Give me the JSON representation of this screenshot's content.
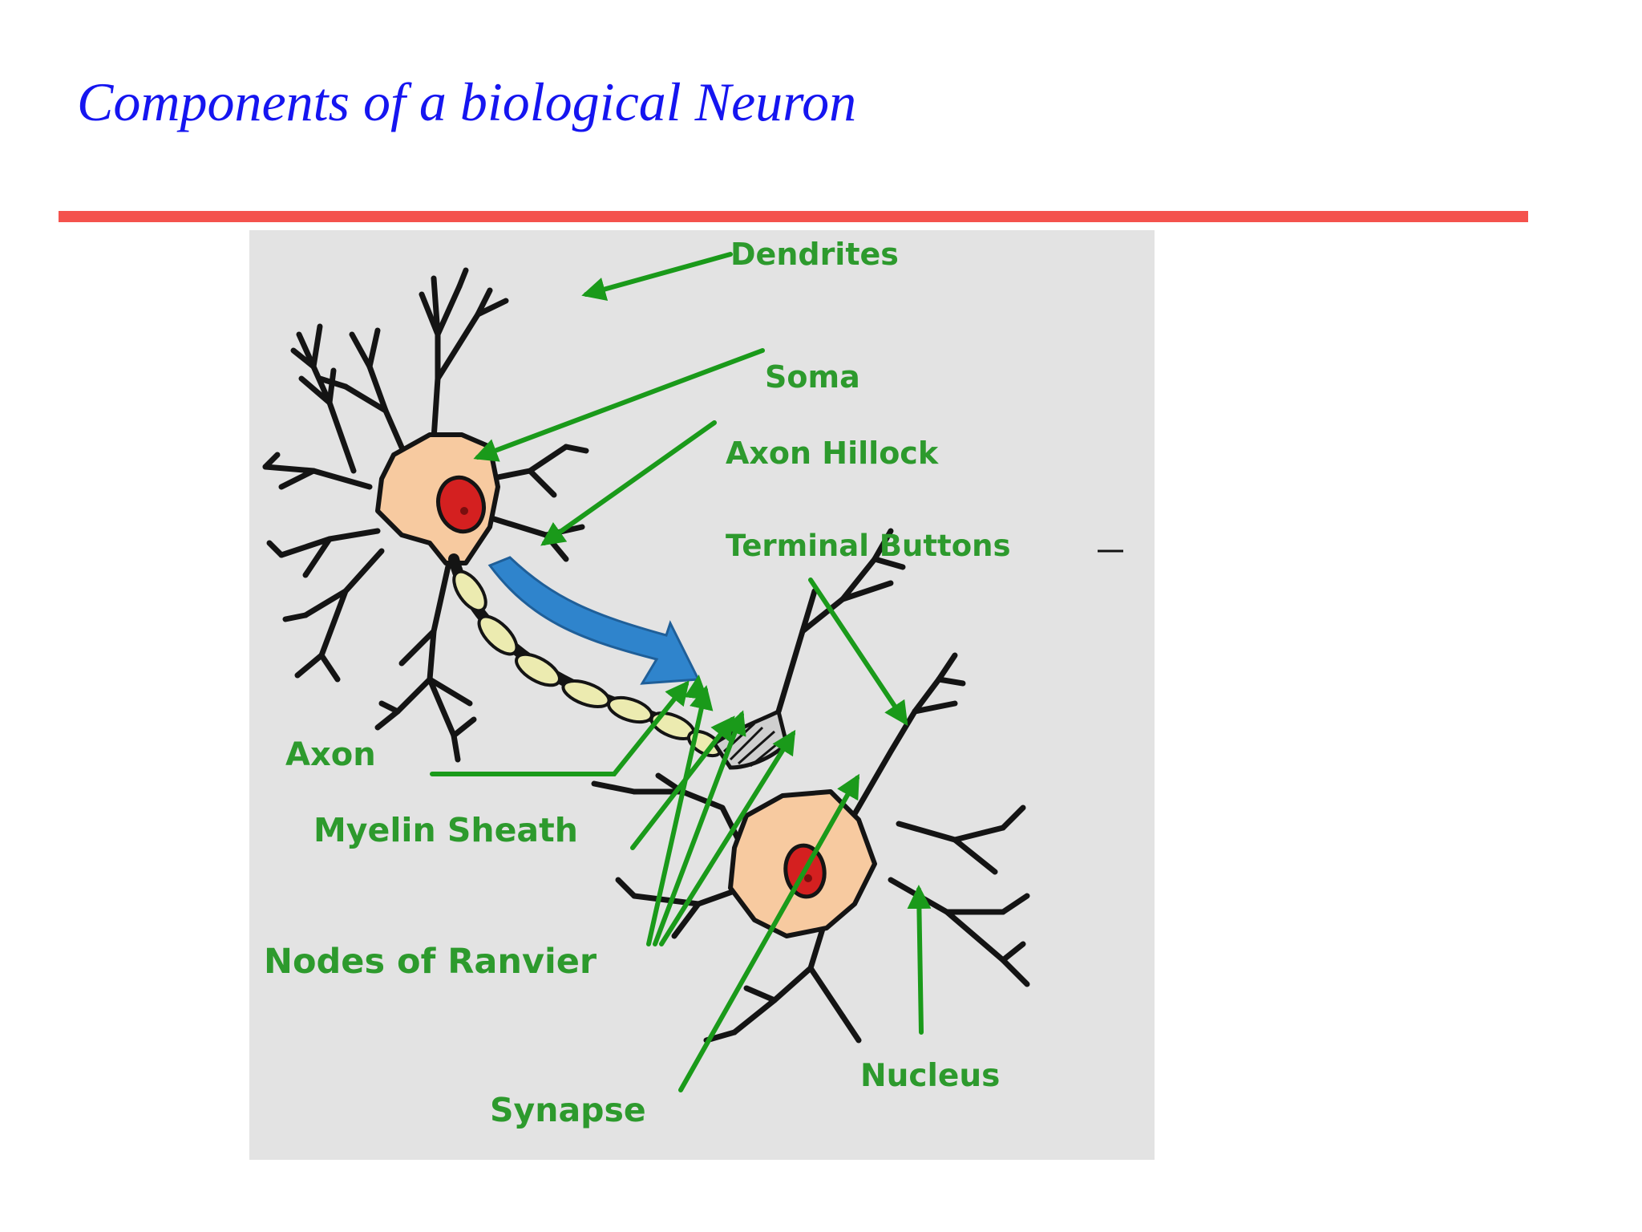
{
  "slide": {
    "title": "Components of a biological Neuron"
  },
  "diagram": {
    "labels": {
      "dendrites": "Dendrites",
      "soma": "Soma",
      "axon_hillock": "Axon Hillock",
      "terminal_buttons": "Terminal Buttons",
      "axon": "Axon",
      "myelin_sheath": "Myelin Sheath",
      "nodes_of_ranvier": "Nodes of Ranvier",
      "synapse": "Synapse",
      "nucleus": "Nucleus"
    },
    "colors": {
      "label_green": "#2d9a2d",
      "arrow_green": "#1a9a1a",
      "soma_fill": "#f7caa0",
      "nucleus_fill": "#d42020",
      "myelin_fill": "#ecebb0",
      "signal_arrow": "#2f84cc",
      "panel_background": "#e3e3e3",
      "title_color": "#1515f0",
      "rule_color": "#f4524d"
    }
  }
}
